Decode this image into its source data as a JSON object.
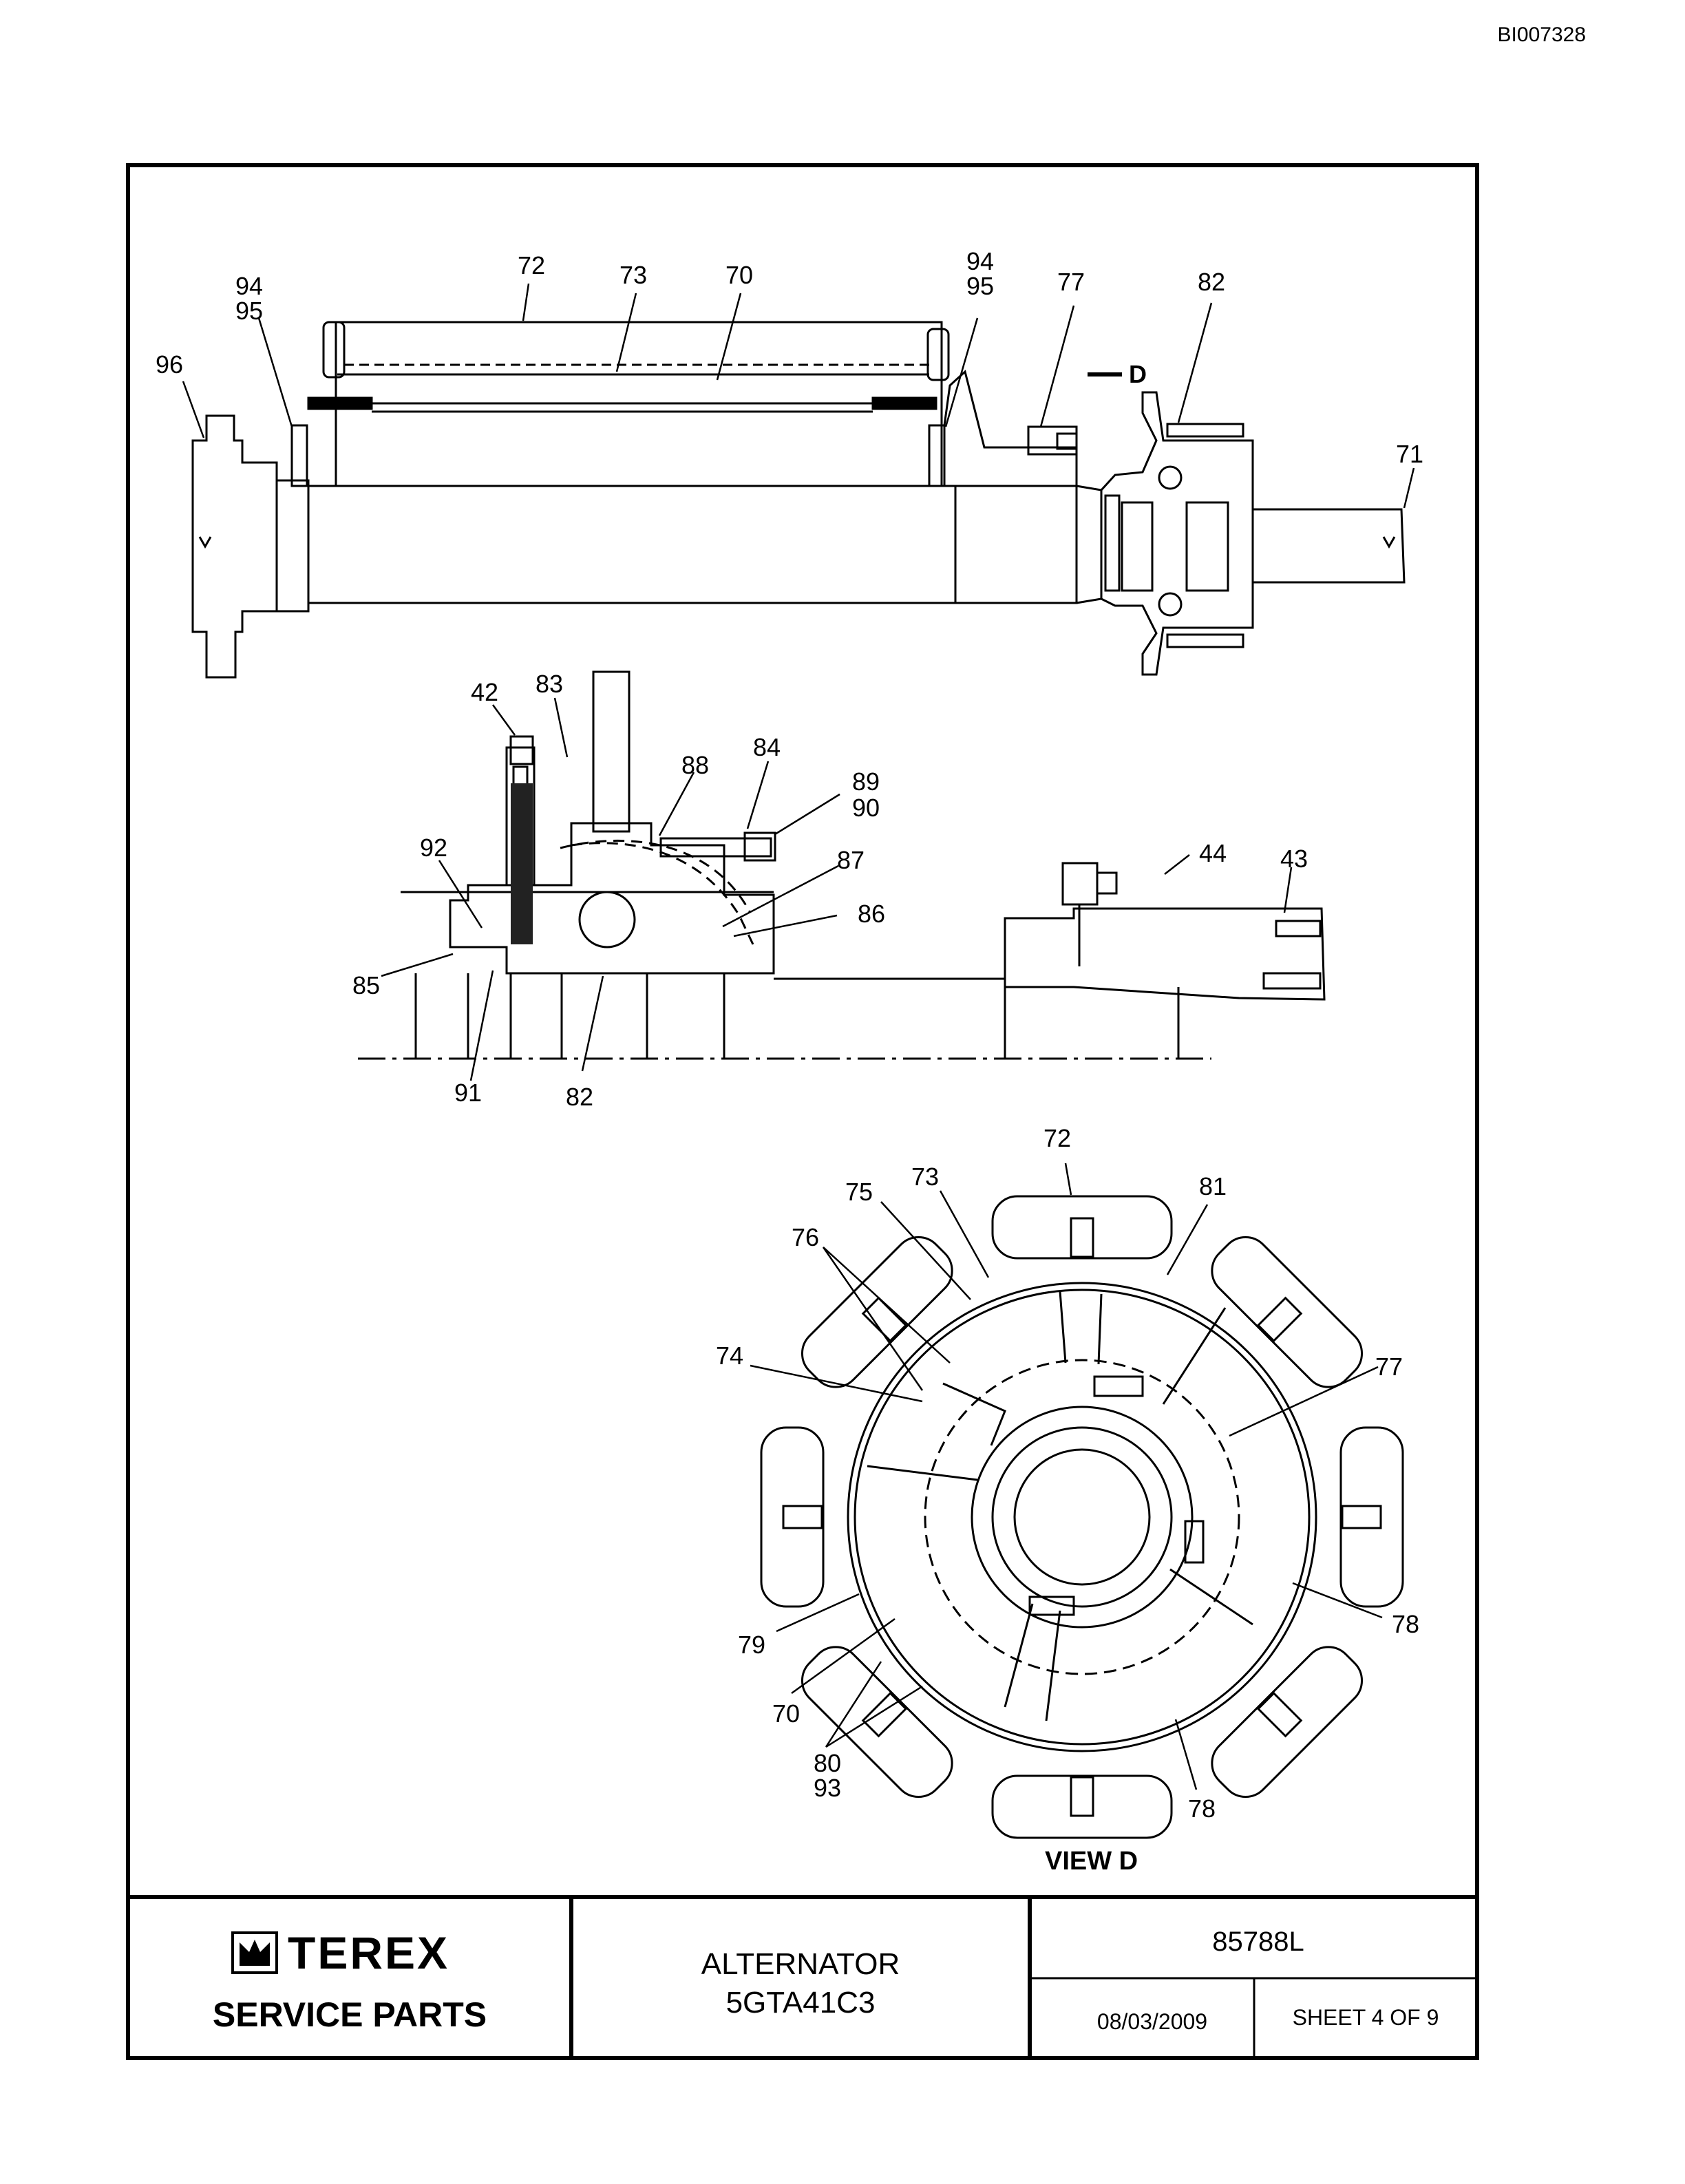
{
  "document_id": "BI007328",
  "top_view": {
    "callouts": [
      {
        "id": "c72",
        "label": "72"
      },
      {
        "id": "c73",
        "label": "73"
      },
      {
        "id": "c70",
        "label": "70"
      },
      {
        "id": "c94a",
        "label": "94"
      },
      {
        "id": "c95a",
        "label": "95"
      },
      {
        "id": "c96",
        "label": "96"
      },
      {
        "id": "c94b",
        "label": "94"
      },
      {
        "id": "c95b",
        "label": "95"
      },
      {
        "id": "c77",
        "label": "77"
      },
      {
        "id": "c82",
        "label": "82"
      },
      {
        "id": "c71",
        "label": "71"
      }
    ],
    "view_arrow_label": "D"
  },
  "detail_view": {
    "callouts": [
      {
        "id": "c42",
        "label": "42"
      },
      {
        "id": "c83",
        "label": "83"
      },
      {
        "id": "c88",
        "label": "88"
      },
      {
        "id": "c84",
        "label": "84"
      },
      {
        "id": "c89",
        "label": "89"
      },
      {
        "id": "c90",
        "label": "90"
      },
      {
        "id": "c87",
        "label": "87"
      },
      {
        "id": "c92",
        "label": "92"
      },
      {
        "id": "c86",
        "label": "86"
      },
      {
        "id": "c85",
        "label": "85"
      },
      {
        "id": "c91",
        "label": "91"
      },
      {
        "id": "c82d",
        "label": "82"
      },
      {
        "id": "c44",
        "label": "44"
      },
      {
        "id": "c43",
        "label": "43"
      }
    ]
  },
  "view_d": {
    "title": "VIEW D",
    "callouts": [
      {
        "id": "d72",
        "label": "72"
      },
      {
        "id": "d75",
        "label": "75"
      },
      {
        "id": "d73",
        "label": "73"
      },
      {
        "id": "d81",
        "label": "81"
      },
      {
        "id": "d76",
        "label": "76"
      },
      {
        "id": "d74",
        "label": "74"
      },
      {
        "id": "d77",
        "label": "77"
      },
      {
        "id": "d78a",
        "label": "78"
      },
      {
        "id": "d79",
        "label": "79"
      },
      {
        "id": "d70",
        "label": "70"
      },
      {
        "id": "d80",
        "label": "80"
      },
      {
        "id": "d93",
        "label": "93"
      },
      {
        "id": "d78b",
        "label": "78"
      }
    ]
  },
  "title_block": {
    "brand": "TEREX",
    "subtitle": "SERVICE PARTS",
    "part_name": "ALTERNATOR",
    "part_model": "5GTA41C3",
    "drawing_number": "85788L",
    "date": "08/03/2009",
    "sheet": "SHEET 4 OF 9"
  }
}
